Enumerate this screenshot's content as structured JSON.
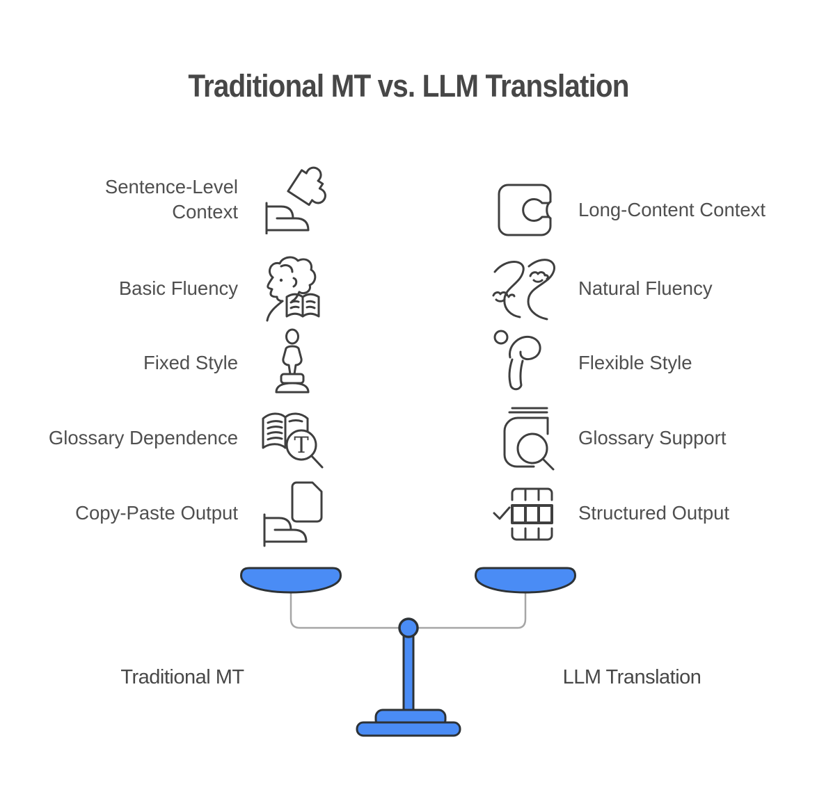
{
  "title": "Traditional MT vs. LLM Translation",
  "columns": {
    "left": {
      "footer_label": "Traditional MT",
      "items": [
        {
          "label": "Sentence-Level Context",
          "icon": "puzzle-piece-on-hand"
        },
        {
          "label": "Basic Fluency",
          "icon": "person-reading-book"
        },
        {
          "label": "Fixed Style",
          "icon": "statue-trophy"
        },
        {
          "label": "Glossary Dependence",
          "icon": "open-book-type-magnifier"
        },
        {
          "label": "Copy-Paste Output",
          "icon": "document-on-hand"
        }
      ]
    },
    "right": {
      "footer_label": "LLM Translation",
      "items": [
        {
          "label": "Long-Content Context",
          "icon": "puzzle-socket-c"
        },
        {
          "label": "Natural Fluency",
          "icon": "winding-river"
        },
        {
          "label": "Flexible Style",
          "icon": "flexible-person"
        },
        {
          "label": "Glossary Support",
          "icon": "book-magnifier"
        },
        {
          "label": "Structured Output",
          "icon": "table-checkmark"
        }
      ]
    }
  },
  "scale": {
    "type": "balance-scale",
    "state": "balanced"
  },
  "colors": {
    "accent_blue": "#4a8cf5",
    "icon_stroke": "#3f3f3f",
    "text_gray": "#4f4f4f",
    "beam_gray": "#a6a6a6",
    "dark_outline": "#2d3236"
  }
}
